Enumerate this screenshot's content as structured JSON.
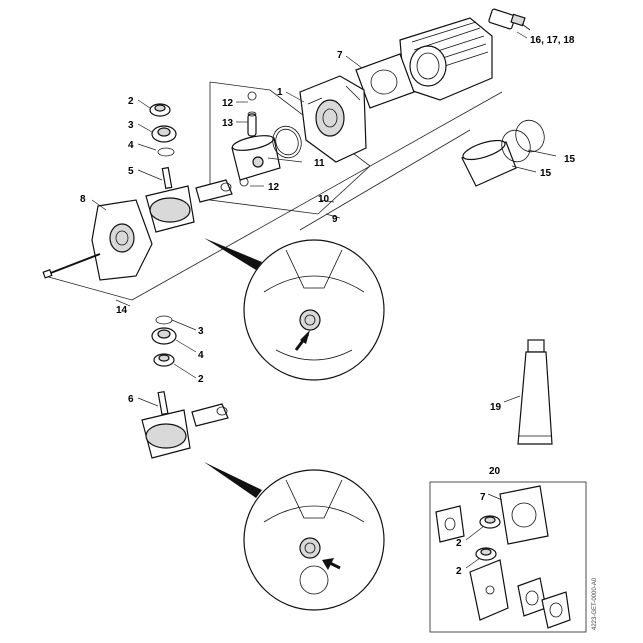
{
  "labels": {
    "l_16_17_18": "16, 17, 18",
    "l_7_top": "7",
    "l_1": "1",
    "l_2_top": "2",
    "l_3_top": "3",
    "l_4_top": "4",
    "l_5": "5",
    "l_12_top": "12",
    "l_13": "13",
    "l_11": "11",
    "l_12_bot": "12",
    "l_10": "10",
    "l_9": "9",
    "l_15_a": "15",
    "l_15_b": "15",
    "l_8": "8",
    "l_14": "14",
    "l_3_mid": "3",
    "l_4_mid": "4",
    "l_2_mid": "2",
    "l_6": "6",
    "l_19": "19",
    "l_20": "20",
    "l_7_kit": "7",
    "l_2_kit_a": "2",
    "l_2_kit_b": "2"
  },
  "drawing_code": "4223-GET-0000-A0"
}
